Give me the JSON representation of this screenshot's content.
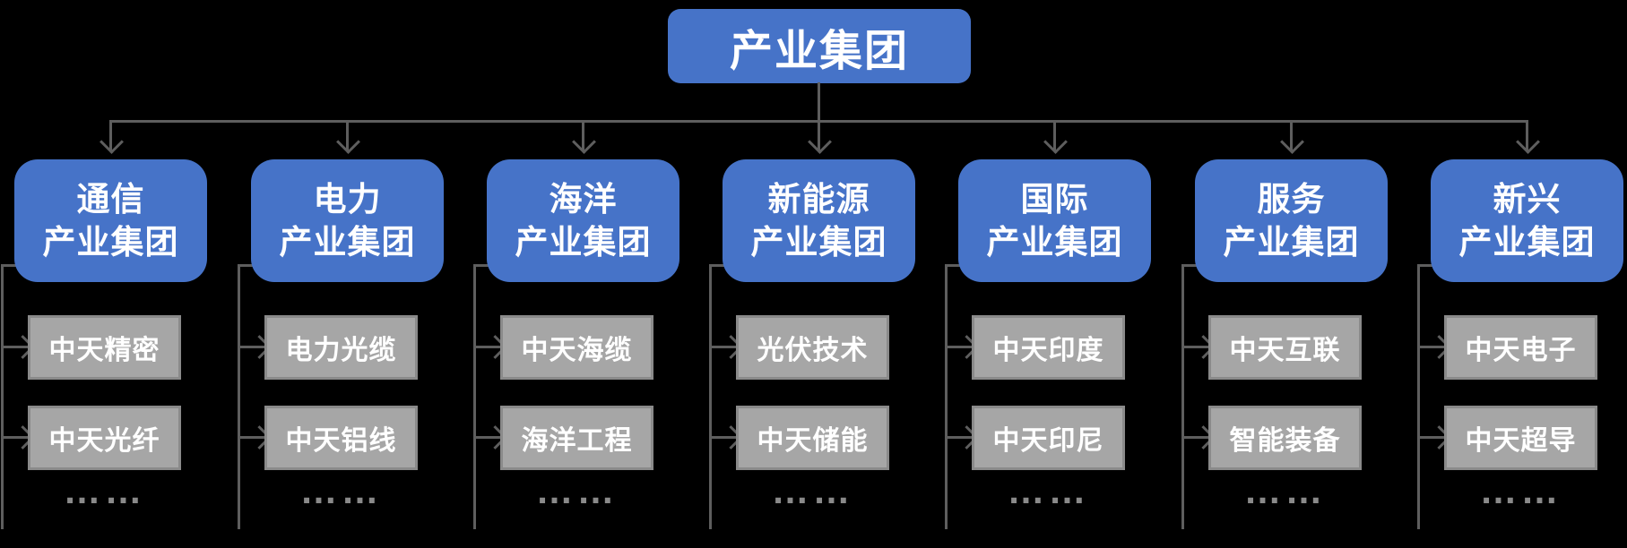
{
  "root": {
    "label": "产业集团"
  },
  "ellipsis": "……",
  "colors": {
    "background": "#000000",
    "node_blue": "#4673C8",
    "node_gray_fill": "#A6A6A6",
    "node_gray_border": "#8A8A8A",
    "connector_gray": "#5E5E5E",
    "text_white": "#FFFFFF"
  },
  "columns": [
    {
      "line1": "通信",
      "line2": "产业集团",
      "children": [
        "中天精密",
        "中天光纤"
      ]
    },
    {
      "line1": "电力",
      "line2": "产业集团",
      "children": [
        "电力光缆",
        "中天铝线"
      ]
    },
    {
      "line1": "海洋",
      "line2": "产业集团",
      "children": [
        "中天海缆",
        "海洋工程"
      ]
    },
    {
      "line1": "新能源",
      "line2": "产业集团",
      "children": [
        "光伏技术",
        "中天储能"
      ]
    },
    {
      "line1": "国际",
      "line2": "产业集团",
      "children": [
        "中天印度",
        "中天印尼"
      ]
    },
    {
      "line1": "服务",
      "line2": "产业集团",
      "children": [
        "中天互联",
        "智能装备"
      ]
    },
    {
      "line1": "新兴",
      "line2": "产业集团",
      "children": [
        "中天电子",
        "中天超导"
      ]
    }
  ]
}
